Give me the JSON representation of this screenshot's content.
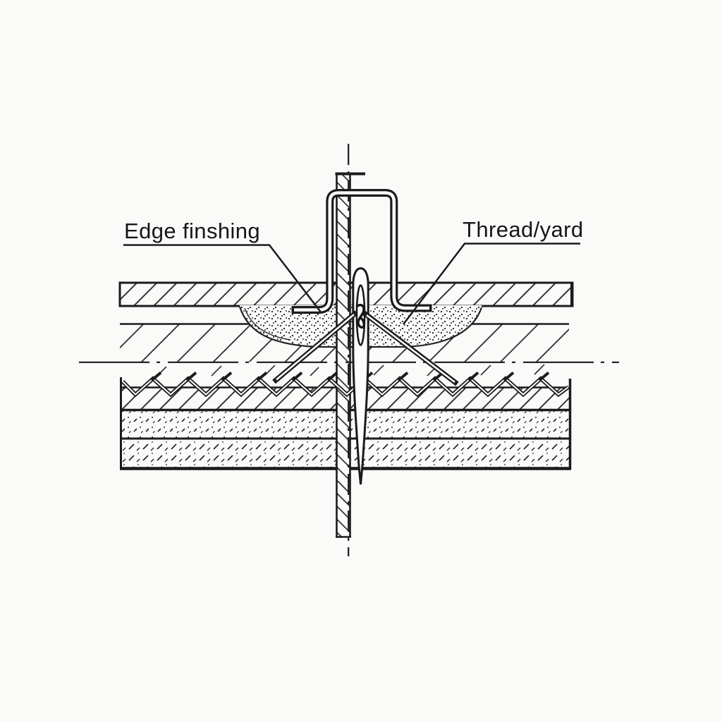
{
  "diagram": {
    "type": "technical-cross-section",
    "subject": "Sewing needle and thread passing through layered fabric edge",
    "labels": [
      {
        "id": "edge-finishing",
        "text": "Edge finshing"
      },
      {
        "id": "thread-yarn",
        "text": "Thread/yard"
      }
    ],
    "colors": {
      "background": "#fafaf9",
      "ink": "#1b1b1b",
      "hatch": "#2c2c2c"
    }
  }
}
